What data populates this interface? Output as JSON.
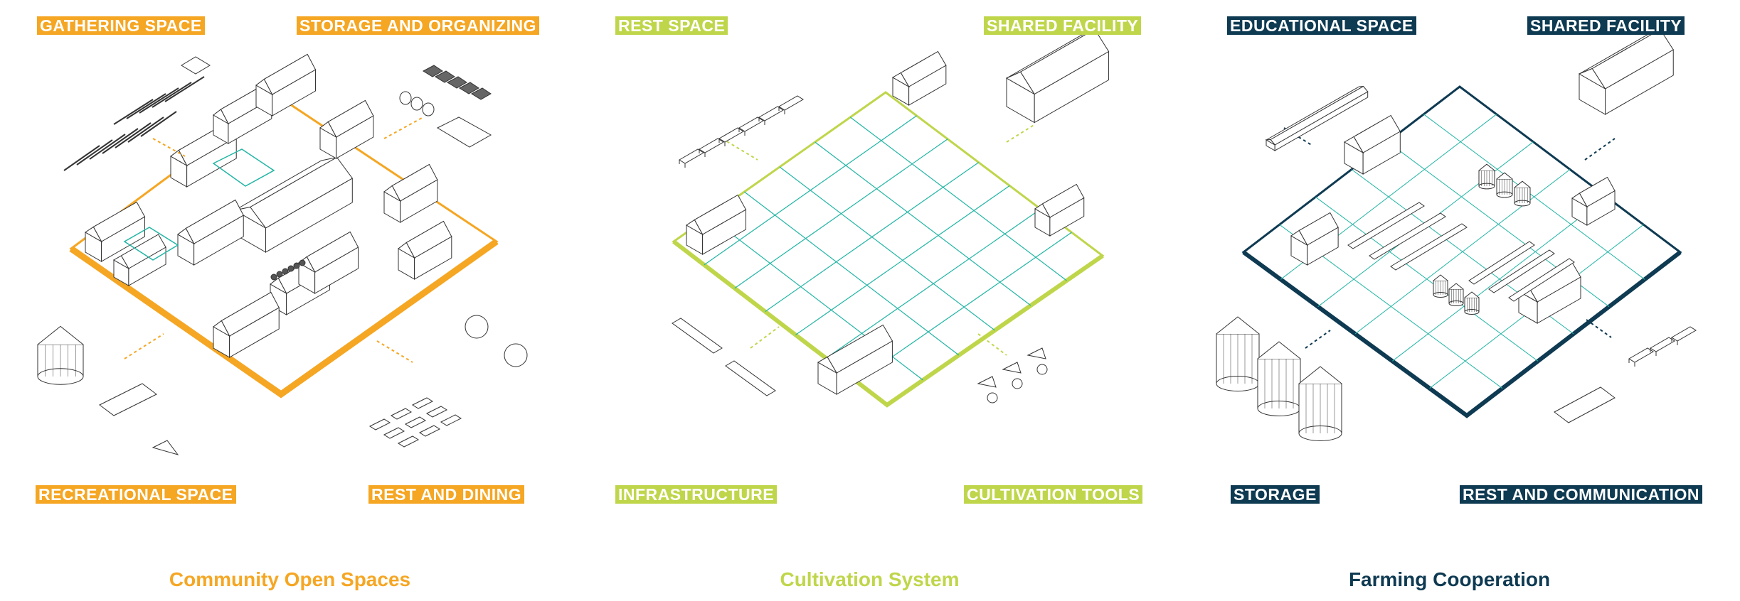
{
  "colors": {
    "orange": "#F5A623",
    "green": "#BFD64B",
    "navy": "#0E3A52",
    "teal": "#22B5A5",
    "sketch": "#333333"
  },
  "panels": [
    {
      "title": "Community Open Spaces",
      "accent": "orange",
      "labels": {
        "top_left": "GATHERING SPACE",
        "top_right": "STORAGE AND ORGANIZING",
        "bottom_left": "RECREATIONAL SPACE",
        "bottom_right": "REST AND DINING"
      }
    },
    {
      "title": "Cultivation System",
      "accent": "green",
      "labels": {
        "top_left": "REST SPACE",
        "top_right": "SHARED FACILITY",
        "bottom_left": "INFRASTRUCTURE",
        "bottom_right": "CULTIVATION TOOLS"
      }
    },
    {
      "title": "Farming Cooperation",
      "accent": "navy",
      "labels": {
        "top_left": "EDUCATIONAL SPACE",
        "top_right": "SHARED FACILITY",
        "bottom_left": "STORAGE",
        "bottom_right": "REST AND COMMUNICATION"
      }
    }
  ]
}
